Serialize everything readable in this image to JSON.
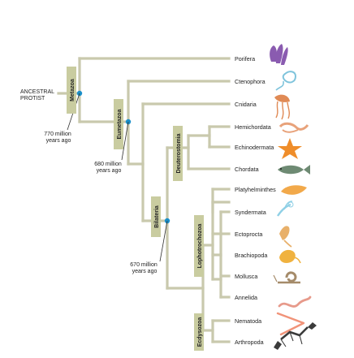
{
  "root_label": [
    "ANCESTRAL",
    "PROTIST"
  ],
  "tips": [
    {
      "label": "Porifera",
      "animal": "sponge-icon"
    },
    {
      "label": "Ctenophora",
      "animal": "comb-jelly-icon"
    },
    {
      "label": "Cnidaria",
      "animal": "jellyfish-icon"
    },
    {
      "label": "Hemichordata",
      "animal": "acorn-worm-icon"
    },
    {
      "label": "Echinodermata",
      "animal": "sea-star-icon"
    },
    {
      "label": "Chordata",
      "animal": "fish-icon"
    },
    {
      "label": "Platyhelminthes",
      "animal": "flatworm-icon"
    },
    {
      "label": "Syndermata",
      "animal": "rotifer-icon"
    },
    {
      "label": "Ectoprocta",
      "animal": "bryozoan-icon"
    },
    {
      "label": "Brachiopoda",
      "animal": "lamp-shell-icon"
    },
    {
      "label": "Mollusca",
      "animal": "snail-icon"
    },
    {
      "label": "Annelida",
      "animal": "earthworm-icon"
    },
    {
      "label": "Nematoda",
      "animal": "roundworm-icon"
    },
    {
      "label": "Arthropoda",
      "animal": "lobster-icon"
    }
  ],
  "clades": {
    "metazoa": "Metazoa",
    "eumetazoa": "Eumetazoa",
    "bilateria": "Bilateria",
    "deuterostomia": "Deuterostomia",
    "lophotrochozoa": "Lophotrochozoa",
    "ecdysozoa": "Ecdysozoa"
  },
  "time_notes": {
    "metazoa": [
      "770 million",
      "years ago"
    ],
    "eumetazoa": [
      "680 million",
      "years ago"
    ],
    "bilateria": [
      "670 million",
      "years ago"
    ]
  },
  "colors": {
    "branch": "#c9c9ad",
    "clade_box": "#c9cca0",
    "node": "#1a8fc9",
    "sponge": "#8a5bb0",
    "comb_jelly": "#7fc4dc",
    "jellyfish": "#e08a55",
    "acorn_worm": "#e8a27a",
    "sea_star": "#ef8d2a",
    "fish": "#6e8a73",
    "flatworm": "#f2a94a",
    "rotifer": "#8fd0e6",
    "bryozoan": "#e8b06a",
    "lamp_shell": "#f0b23f",
    "snail": "#a58b6a",
    "earthworm": "#e79a8b",
    "roundworm": "#f19379",
    "lobster": "#3b3b3b"
  }
}
